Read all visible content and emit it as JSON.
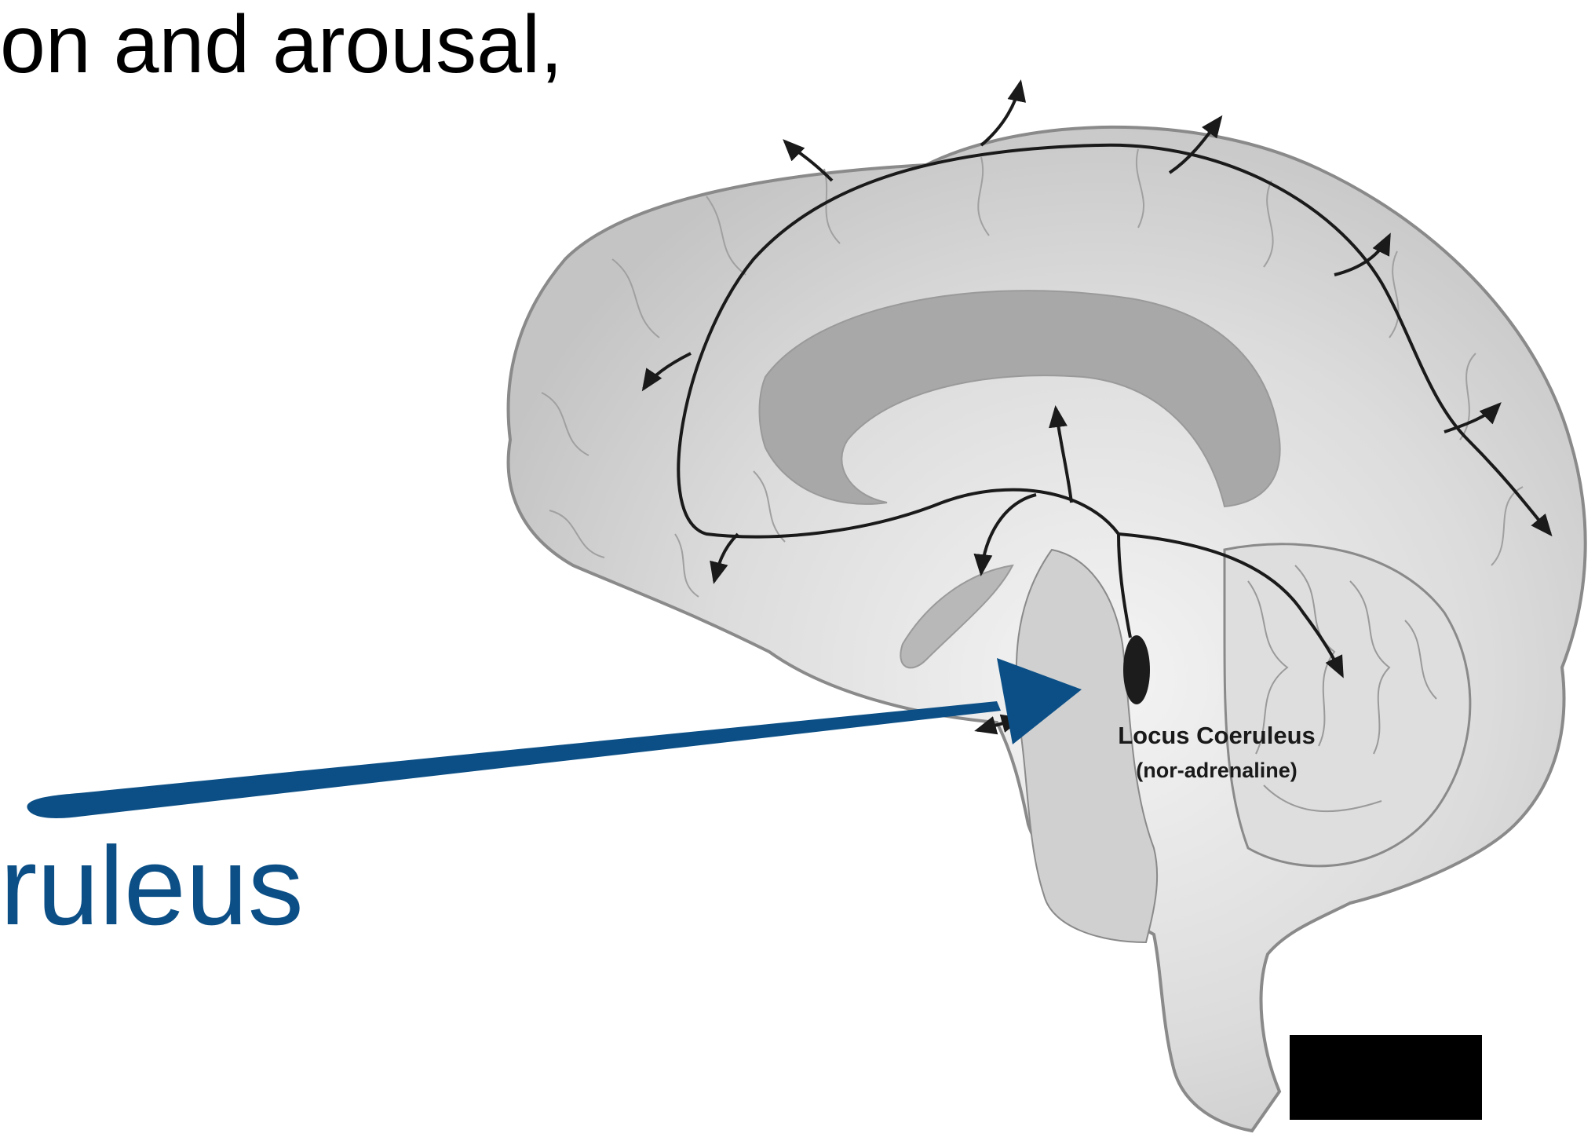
{
  "slide": {
    "heading_text": "on and arousal,",
    "subject_text": "ruleus",
    "accent_color": "#0b4f86"
  },
  "brain_label": {
    "title": "Locus Coeruleus",
    "subtitle": "(nor-adrenaline)"
  },
  "colors": {
    "brain_fill": "#d9d9d9",
    "brain_outline": "#8a8a8a",
    "ventricle_fill": "#a8a8a8",
    "pathway_stroke": "#1a1a1a",
    "nucleus_fill": "#1c1c1c",
    "redaction_box": "#000000"
  }
}
